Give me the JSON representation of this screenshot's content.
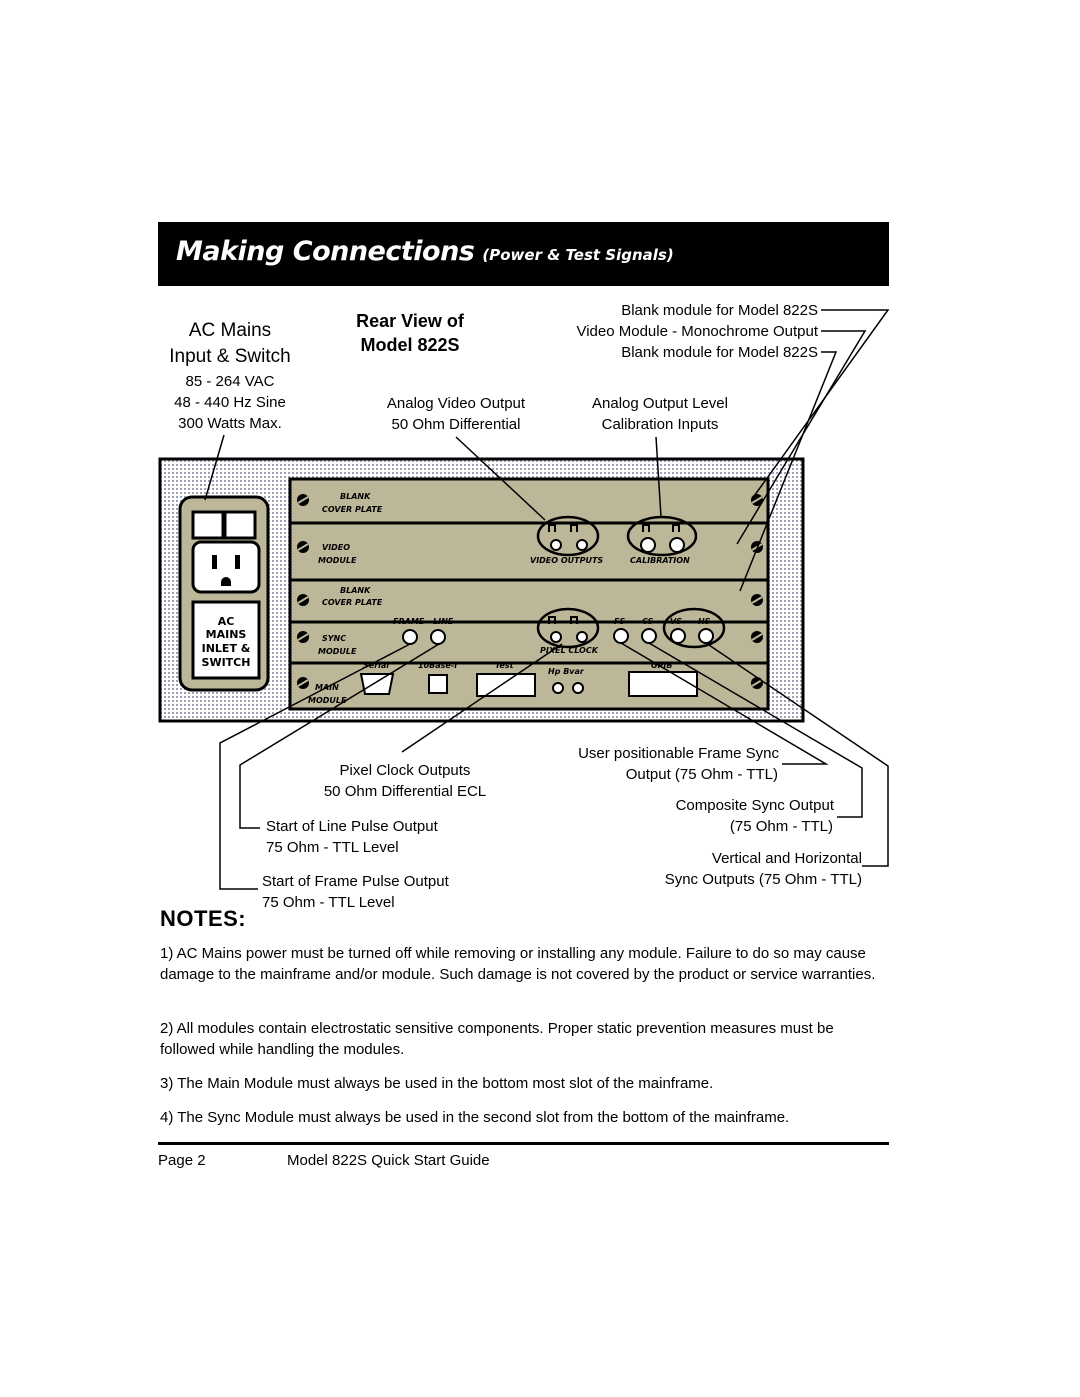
{
  "banner": {
    "title": "Making Connections",
    "subtitle": "(Power & Test Signals)"
  },
  "left_labels": {
    "title_line1": "AC Mains",
    "title_line2": "Input & Switch",
    "spec1": "85 - 264 VAC",
    "spec2": "48 - 440 Hz Sine",
    "spec3": "300 Watts Max."
  },
  "rear_view": {
    "line1": "Rear View of",
    "line2": "Model 822S"
  },
  "top_labels": {
    "analog_video_1": "Analog Video Output",
    "analog_video_2": "50 Ohm Differential",
    "analog_level_1": "Analog Output Level",
    "analog_level_2": "Calibration Inputs",
    "blank_top": "Blank module for Model 822S",
    "video_module": "Video Module - Monochrome Output",
    "blank_middle": "Blank module for Model 822S"
  },
  "panel": {
    "ac_label": [
      "AC",
      "MAINS",
      "INLET &",
      "SWITCH"
    ],
    "slot1_name": "BLANK",
    "slot1_sub": "COVER PLATE",
    "slot2_name": "VIDEO",
    "slot2_sub": "MODULE",
    "slot2_out": "VIDEO OUTPUTS",
    "slot2_cal": "CALIBRATION",
    "slot3_name": "BLANK",
    "slot3_sub": "COVER PLATE",
    "slot4_name": "SYNC",
    "slot4_sub": "MODULE",
    "slot4_frame": "FRAME",
    "slot4_line": "LINE",
    "slot4_pix": "PIXEL CLOCK",
    "slot4_fs": "FS",
    "slot4_cs": "CS",
    "slot4_vs": "VS",
    "slot4_hs": "HS",
    "slot5_name": "MAIN",
    "slot5_sub": "MODULE",
    "slot5_serial": "Serial",
    "slot5_10base": "10Base-T",
    "slot5_test": "Test",
    "slot5_hv": "Hp Bvar",
    "slot5_gpib": "GPIB"
  },
  "bottom_labels": {
    "pixel_clock_1": "Pixel Clock Outputs",
    "pixel_clock_2": "50 Ohm Differential ECL",
    "sol_1": "Start of Line Pulse Output",
    "sol_2": "75 Ohm - TTL Level",
    "sof_1": "Start of Frame Pulse Output",
    "sof_2": "75 Ohm - TTL Level",
    "fs_1": "User positionable Frame Sync",
    "fs_2": "Output (75 Ohm - TTL)",
    "cs_1": "Composite Sync Output",
    "cs_2": "(75 Ohm - TTL)",
    "vh_1": "Vertical and Horizontal",
    "vh_2": "Sync Outputs (75 Ohm - TTL)"
  },
  "notes": {
    "heading": "NOTES:",
    "n1": "1) AC Mains power must be turned off while removing or installing any module. Failure to do so may cause damage to the mainframe and/or module. Such damage is not covered by the product or service warranties.",
    "n2": "2) All modules contain electrostatic sensitive components. Proper static prevention measures must be followed while handling the modules.",
    "n3": "3) The Main Module must always be used in the bottom most slot of the mainframe.",
    "n4": "4) The Sync Module must always be used in the second slot from the bottom of the mainframe."
  },
  "footer": {
    "page": "Page 2",
    "guide": "Model 822S Quick Start Guide"
  },
  "colors": {
    "panel_fill": "#bdb79a",
    "dot_frame": "#d8d8e0",
    "ac_box": "#bdb79a"
  }
}
